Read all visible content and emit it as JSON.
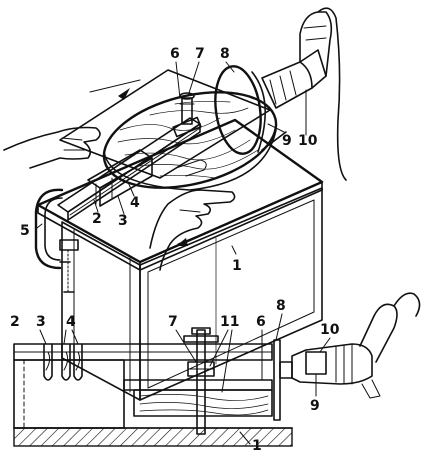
{
  "figure": {
    "upper_view": {
      "labels": [
        "6",
        "7",
        "8",
        "9",
        "10",
        "4",
        "3",
        "2",
        "5",
        "1"
      ]
    },
    "lower_view": {
      "labels": [
        "2",
        "3",
        "4",
        "7",
        "11",
        "6",
        "8",
        "10",
        "9",
        "1"
      ]
    }
  }
}
